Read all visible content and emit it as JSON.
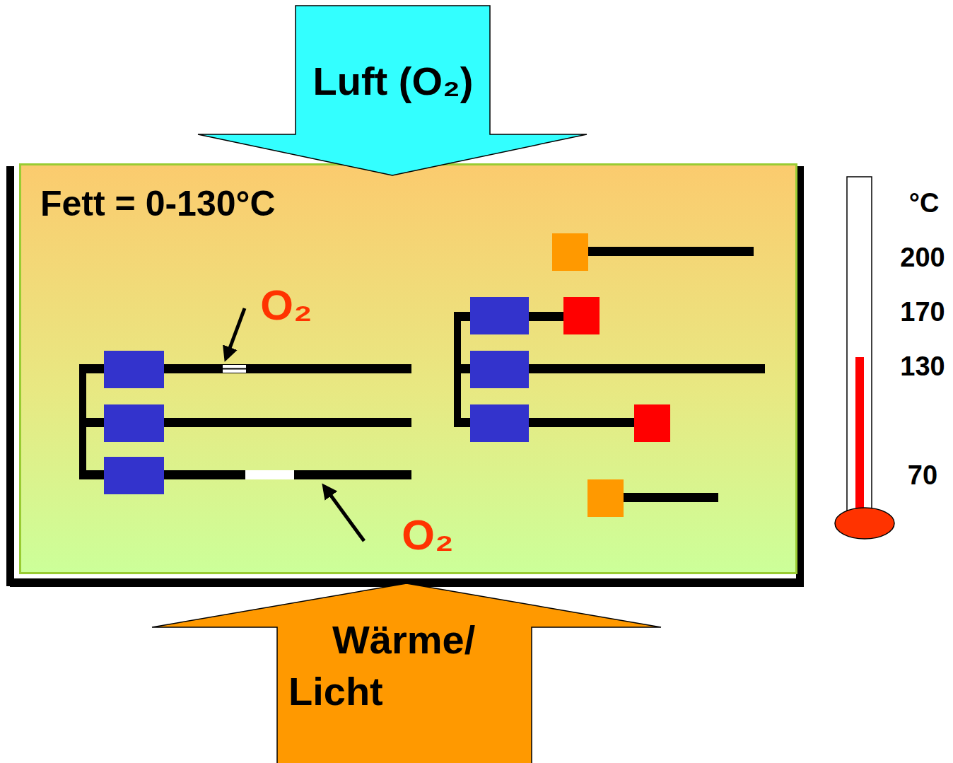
{
  "diagram": {
    "nodes": [
      {
        "text": [
          "Luft (O₂)"
        ]
      },
      {
        "text": [
          "Fett = 0-130°C"
        ]
      },
      {
        "text": [
          "Wärme/ Licht"
        ]
      }
    ],
    "labels": [
      "O₂",
      "O₂",
      "°C",
      "200",
      "170",
      "130",
      "70"
    ]
  }
}
